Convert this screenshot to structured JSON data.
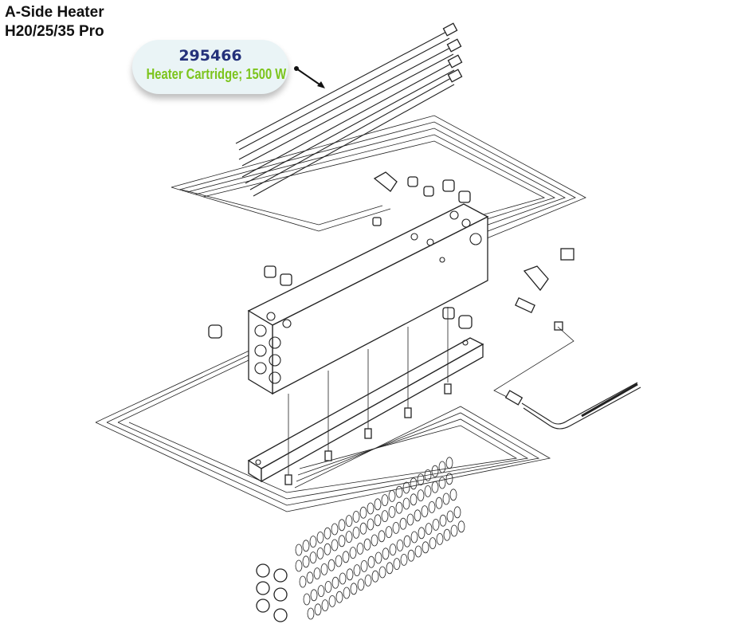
{
  "title": {
    "line1": "A-Side Heater",
    "line2": "H20/25/35 Pro"
  },
  "callout": {
    "part_number": "295466",
    "description": "Heater Cartridge; 1500 W"
  },
  "colors": {
    "part_number": "#24317a",
    "description": "#7cc41c",
    "callout_bg": "#eaf4f6"
  }
}
